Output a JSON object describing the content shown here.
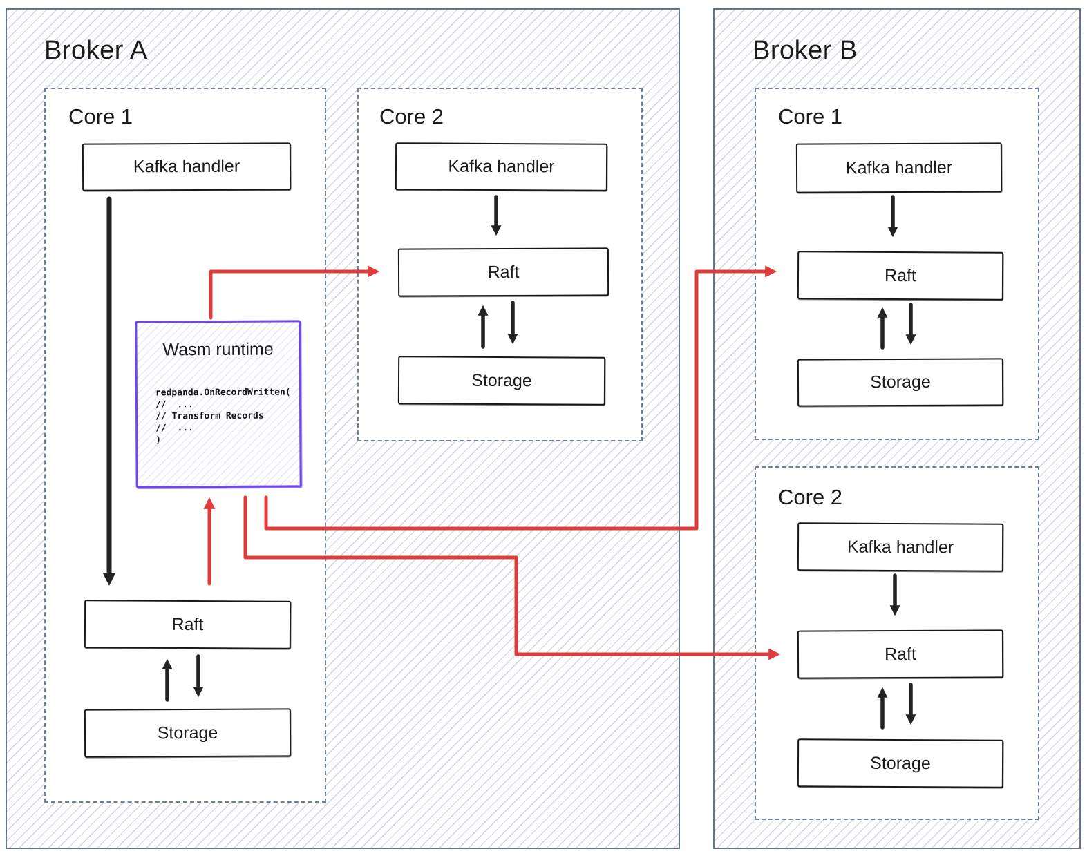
{
  "broker_a": {
    "title": "Broker A",
    "core1": {
      "label": "Core 1",
      "kafka_label": "Kafka handler",
      "raft_label": "Raft",
      "storage_label": "Storage"
    },
    "core2": {
      "label": "Core 2",
      "kafka_label": "Kafka handler",
      "raft_label": "Raft",
      "storage_label": "Storage"
    }
  },
  "broker_b": {
    "title": "Broker B",
    "core1": {
      "label": "Core 1",
      "kafka_label": "Kafka handler",
      "raft_label": "Raft",
      "storage_label": "Storage"
    },
    "core2": {
      "label": "Core 2",
      "kafka_label": "Kafka handler",
      "raft_label": "Raft",
      "storage_label": "Storage"
    }
  },
  "wasm_runtime": {
    "title": "Wasm runtime",
    "code": [
      "redpanda.OnRecordWritten(",
      "//  ...",
      "// Transform Records",
      "//  ...",
      ")"
    ]
  },
  "colors": {
    "red_arrow": "#e03c3c",
    "purple_accent": "#7048e8",
    "node_border": "#181818",
    "frame_border": "#64748c"
  }
}
